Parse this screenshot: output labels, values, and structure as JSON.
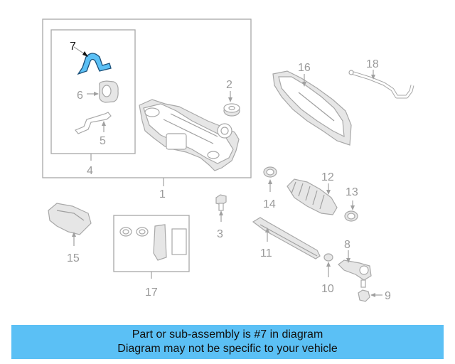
{
  "diagram": {
    "callouts": [
      "7",
      "6",
      "5",
      "4",
      "2",
      "1",
      "16",
      "18",
      "3",
      "12",
      "13",
      "14",
      "15",
      "17",
      "11",
      "8",
      "10",
      "9"
    ]
  },
  "colors": {
    "highlight_part": "#5bc0f5",
    "banner_bg": "#5bc0f5",
    "line_art": "#a8a8a8"
  },
  "banner": {
    "line1": "Part or sub-assembly is #7 in diagram",
    "line2": "Diagram may not be specific to your vehicle"
  }
}
